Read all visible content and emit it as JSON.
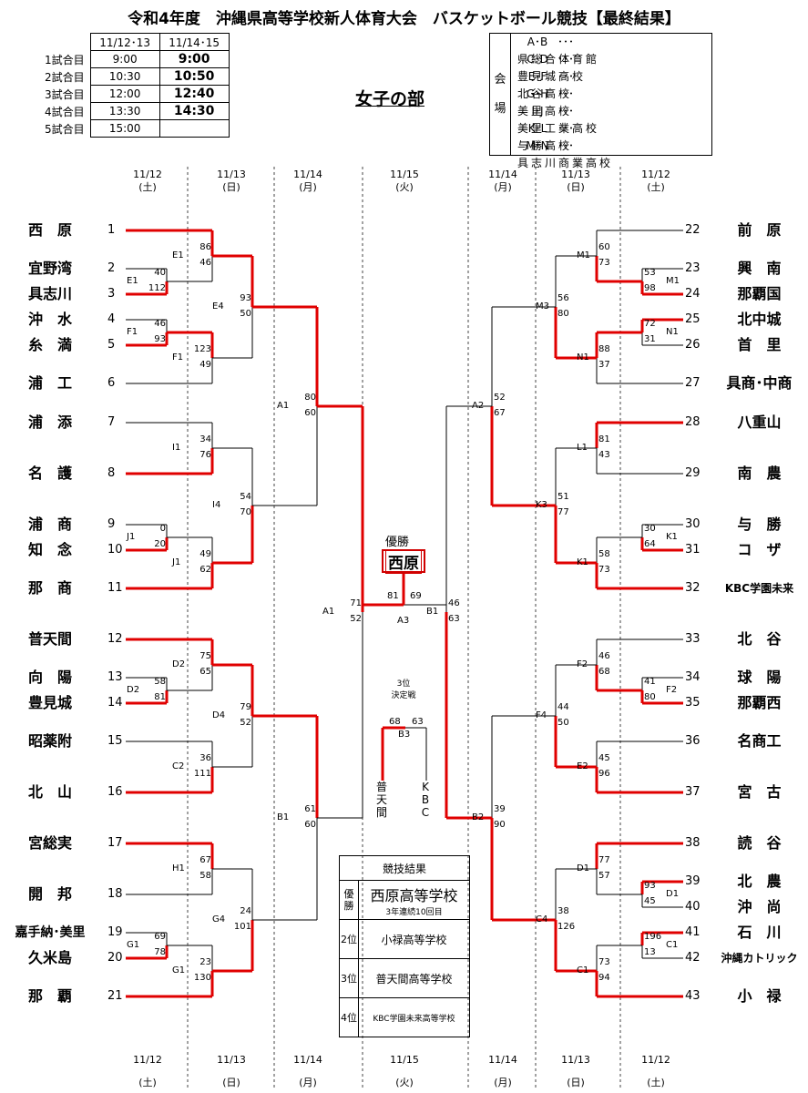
{
  "title": "令和4年度　沖縄県高等学校新人体育大会　バスケットボール競技【最終結果】",
  "division": "女子の部",
  "schedule": {
    "headers": [
      "11/12･13",
      "11/14･15"
    ],
    "rows": [
      {
        "label": "1試合目",
        "a": "9:00",
        "b": "9:00"
      },
      {
        "label": "2試合目",
        "a": "10:30",
        "b": "10:50"
      },
      {
        "label": "3試合目",
        "a": "12:00",
        "b": "12:40"
      },
      {
        "label": "4試合目",
        "a": "13:30",
        "b": "14:30"
      },
      {
        "label": "5試合目",
        "a": "15:00",
        "b": ""
      }
    ]
  },
  "venues": {
    "label": "会場",
    "rows": [
      {
        "code": "A･B",
        "dots": "･･･",
        "name": "県総合体育館"
      },
      {
        "code": "C･D",
        "dots": "･･･",
        "name": "豊見城高校"
      },
      {
        "code": "E･F",
        "dots": "･･･",
        "name": "北谷高校"
      },
      {
        "code": "G･H",
        "dots": "･･･",
        "name": "美里高校"
      },
      {
        "code": "I･J",
        "dots": "･･･",
        "name": "美里工業高校"
      },
      {
        "code": "K･L",
        "dots": "･･･",
        "name": "与勝高校"
      },
      {
        "code": "M･N",
        "dots": "･･･",
        "name": "具志川商業高校"
      }
    ]
  },
  "dates_top": [
    {
      "d": "11/12",
      "w": "(土)"
    },
    {
      "d": "11/13",
      "w": "(日)"
    },
    {
      "d": "11/14",
      "w": "(月)"
    },
    {
      "d": "11/15",
      "w": "(火)"
    },
    {
      "d": "11/14",
      "w": "(月)"
    },
    {
      "d": "11/13",
      "w": "(日)"
    },
    {
      "d": "11/12",
      "w": "(土)"
    }
  ],
  "dates_bottom": [
    {
      "d": "11/12",
      "w": "(土)"
    },
    {
      "d": "11/13",
      "w": "(日)"
    },
    {
      "d": "11/14",
      "w": "(月)"
    },
    {
      "d": "11/15",
      "w": "(火)"
    },
    {
      "d": "11/14",
      "w": "(月)"
    },
    {
      "d": "11/13",
      "w": "(日)"
    },
    {
      "d": "11/12",
      "w": "(土)"
    }
  ],
  "teams_left": [
    {
      "seed": "1",
      "name": "西　原"
    },
    {
      "seed": "2",
      "name": "宜野湾"
    },
    {
      "seed": "3",
      "name": "具志川"
    },
    {
      "seed": "4",
      "name": "沖　水"
    },
    {
      "seed": "5",
      "name": "糸　満"
    },
    {
      "seed": "6",
      "name": "浦　工"
    },
    {
      "seed": "7",
      "name": "浦　添"
    },
    {
      "seed": "8",
      "name": "名　護"
    },
    {
      "seed": "9",
      "name": "浦　商"
    },
    {
      "seed": "10",
      "name": "知　念"
    },
    {
      "seed": "11",
      "name": "那　商"
    },
    {
      "seed": "12",
      "name": "普天間"
    },
    {
      "seed": "13",
      "name": "向　陽"
    },
    {
      "seed": "14",
      "name": "豊見城"
    },
    {
      "seed": "15",
      "name": "昭薬附"
    },
    {
      "seed": "16",
      "name": "北　山"
    },
    {
      "seed": "17",
      "name": "宮総実"
    },
    {
      "seed": "18",
      "name": "開　邦"
    },
    {
      "seed": "19",
      "name": "嘉手納･美里"
    },
    {
      "seed": "20",
      "name": "久米島"
    },
    {
      "seed": "21",
      "name": "那　覇"
    }
  ],
  "teams_right": [
    {
      "seed": "22",
      "name": "前　原"
    },
    {
      "seed": "23",
      "name": "興　南"
    },
    {
      "seed": "24",
      "name": "那覇国"
    },
    {
      "seed": "25",
      "name": "北中城"
    },
    {
      "seed": "26",
      "name": "首　里"
    },
    {
      "seed": "27",
      "name": "具商･中商"
    },
    {
      "seed": "28",
      "name": "八重山"
    },
    {
      "seed": "29",
      "name": "南　農"
    },
    {
      "seed": "30",
      "name": "与　勝"
    },
    {
      "seed": "31",
      "name": "コ　ザ"
    },
    {
      "seed": "32",
      "name": "KBC学園未来"
    },
    {
      "seed": "33",
      "name": "北　谷"
    },
    {
      "seed": "34",
      "name": "球　陽"
    },
    {
      "seed": "35",
      "name": "那覇西"
    },
    {
      "seed": "36",
      "name": "名商工"
    },
    {
      "seed": "37",
      "name": "宮　古"
    },
    {
      "seed": "38",
      "name": "読　谷"
    },
    {
      "seed": "39",
      "name": "北　農"
    },
    {
      "seed": "40",
      "name": "沖　尚"
    },
    {
      "seed": "41",
      "name": "石　川"
    },
    {
      "seed": "42",
      "name": "沖縄カトリック"
    },
    {
      "seed": "43",
      "name": "小　禄"
    }
  ],
  "games": {
    "E1a": {
      "code": "E1",
      "s1": "40",
      "s2": "112"
    },
    "F1a": {
      "code": "F1",
      "s1": "46",
      "s2": "93"
    },
    "J1a": {
      "code": "J1",
      "s1": "0",
      "s2": "20"
    },
    "D2a": {
      "code": "D2",
      "s1": "58",
      "s2": "81"
    },
    "G1a": {
      "code": "G1",
      "s1": "69",
      "s2": "78"
    },
    "E1": {
      "code": "E1",
      "s1": "86",
      "s2": "46"
    },
    "F1": {
      "code": "F1",
      "s1": "123",
      "s2": "49"
    },
    "I1": {
      "code": "I1",
      "s1": "34",
      "s2": "76"
    },
    "J1": {
      "code": "J1",
      "s1": "49",
      "s2": "62"
    },
    "D2": {
      "code": "D2",
      "s1": "75",
      "s2": "65"
    },
    "C2": {
      "code": "C2",
      "s1": "36",
      "s2": "111"
    },
    "H1": {
      "code": "H1",
      "s1": "67",
      "s2": "58"
    },
    "G1": {
      "code": "G1",
      "s1": "23",
      "s2": "130"
    },
    "E4": {
      "code": "E4",
      "s1": "93",
      "s2": "50"
    },
    "I4": {
      "code": "I4",
      "s1": "54",
      "s2": "70"
    },
    "D4": {
      "code": "D4",
      "s1": "79",
      "s2": "52"
    },
    "G4": {
      "code": "G4",
      "s1": "24",
      "s2": "101"
    },
    "A1q": {
      "code": "A1",
      "s1": "80",
      "s2": "60"
    },
    "B1q": {
      "code": "B1",
      "s1": "61",
      "s2": "60"
    },
    "A1s": {
      "code": "A1",
      "s1": "71",
      "s2": "52"
    },
    "M1a": {
      "code": "M1",
      "s1": "53",
      "s2": "98"
    },
    "N1a": {
      "code": "N1",
      "s1": "72",
      "s2": "31"
    },
    "K1a": {
      "code": "K1",
      "s1": "30",
      "s2": "64"
    },
    "F2a": {
      "code": "F2",
      "s1": "41",
      "s2": "80"
    },
    "D1a": {
      "code": "D1",
      "s1": "93",
      "s2": "45"
    },
    "C1a": {
      "code": "C1",
      "s1": "196",
      "s2": "13"
    },
    "M1": {
      "code": "M1",
      "s1": "60",
      "s2": "73"
    },
    "N1": {
      "code": "N1",
      "s1": "88",
      "s2": "37"
    },
    "L1": {
      "code": "L1",
      "s1": "81",
      "s2": "43"
    },
    "K1": {
      "code": "K1",
      "s1": "58",
      "s2": "73"
    },
    "F2": {
      "code": "F2",
      "s1": "46",
      "s2": "68"
    },
    "E2": {
      "code": "E2",
      "s1": "45",
      "s2": "96"
    },
    "D1": {
      "code": "D1",
      "s1": "77",
      "s2": "57"
    },
    "C1": {
      "code": "C1",
      "s1": "73",
      "s2": "94"
    },
    "M3": {
      "code": "M3",
      "s1": "56",
      "s2": "80"
    },
    "K3": {
      "code": "K3",
      "s1": "51",
      "s2": "77"
    },
    "F4": {
      "code": "F4",
      "s1": "44",
      "s2": "50"
    },
    "C4": {
      "code": "C4",
      "s1": "38",
      "s2": "126"
    },
    "A2q": {
      "code": "A2",
      "s1": "52",
      "s2": "67"
    },
    "B2q": {
      "code": "B2",
      "s1": "39",
      "s2": "90"
    },
    "B1s": {
      "code": "B1",
      "s1": "46",
      "s2": "63"
    },
    "A3": {
      "code": "A3",
      "s1": "81",
      "s2": "69"
    },
    "B3": {
      "code": "B3",
      "s1": "68",
      "s2": "63"
    }
  },
  "champion": {
    "label": "優勝",
    "name": "西原"
  },
  "third_place": {
    "label1": "3位",
    "label2": "決定戦",
    "left": "普天間",
    "right": "KBC"
  },
  "results": {
    "title": "競技結果",
    "rows": [
      {
        "rank": "優勝",
        "name": "西原高等学校",
        "note": "3年連続10回目"
      },
      {
        "rank": "2位",
        "name": "小禄高等学校"
      },
      {
        "rank": "3位",
        "name": "普天間高等学校"
      },
      {
        "rank": "4位",
        "name": "KBC学園未来高等学校"
      }
    ]
  },
  "colors": {
    "winner_line": "#e00000",
    "loser_line": "#000000"
  }
}
